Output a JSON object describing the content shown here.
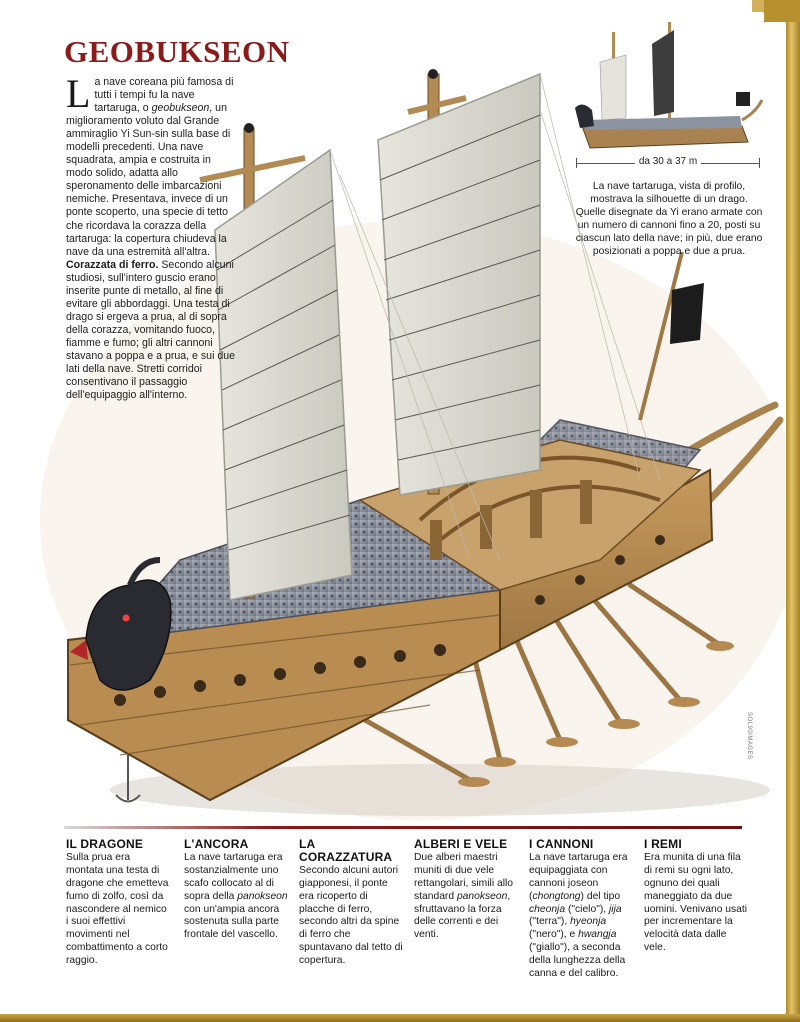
{
  "title": "GEOBUKSEON",
  "intro": {
    "dropcap": "L",
    "p1": "a nave coreana più famosa di tutti i tempi fu la nave tartaruga, o ",
    "p1_em": "geobukseon",
    "p1_rest": ", un miglioramento voluto dal Grande ammiraglio Yi Sun-sin sulla base di modelli precedenti. Una nave squadrata, ampia e costruita in modo solido, adatta allo speronamento delle imbarcazioni nemiche. Presentava, invece di un ponte scoperto, una specie di tetto che ricordava la corazza della tartaruga: la copertura chiudeva la nave da una estremità all'altra.",
    "p2_head": "Corazzata di ferro.",
    "p2": " Secondo alcuni studiosi, sull'intero guscio erano inserite punte di metallo, al fine di evitare gli abbordaggi. Una testa di drago si ergeva a prua, al di sopra della corazza, vomitando fuoco, fiamme e fumo; gli altri cannoni stavano a poppa e a prua, e sui due lati della nave. Stretti corridoi consentivano il passaggio dell'equipaggio all'interno."
  },
  "profile": {
    "measure": "da 30 a 37 m",
    "caption": "La nave tartaruga, vista di profilo, mostrava la silhouette di un drago. Quelle disegnate da Yi erano armate con un numero di cannoni fino a 20, posti su ciascun lato della nave; in più, due erano posizionati a poppa e due a prua."
  },
  "credit": "SOL90IMAGES",
  "columns": [
    {
      "title": "IL DRAGONE",
      "text": "Sulla prua era montata una testa di dragone che emetteva fumo di zolfo, così da nascondere al nemico i suoi effettivi movimenti nel combattimento a corto raggio."
    },
    {
      "title": "L'ANCORA",
      "t1": "La nave tartaruga era sostanzialmente uno scafo collocato al di sopra della ",
      "em1": "panokseon",
      "t2": " con un'ampia ancora sostenuta sulla parte frontale del vascello."
    },
    {
      "title": "LA CORAZZATURA",
      "text": "Secondo alcuni autori giapponesi, il ponte era ricoperto di placche di ferro, secondo altri da spine di ferro che spuntavano dal tetto di copertura."
    },
    {
      "title": "ALBERI E VELE",
      "t1": "Due alberi maestri muniti di due vele rettangolari, simili allo standard ",
      "em1": "panokseon",
      "t2": ", sfruttavano la forza delle correnti e dei venti."
    },
    {
      "title": "I CANNONI",
      "t1": "La nave tartaruga era equipaggiata con cannoni joseon (",
      "em1": "chongtong",
      "t2": ") del tipo ",
      "em2": "cheonja",
      "t3": " (\"cielo\"), ",
      "em3": "jija",
      "t4": " (\"terra\"), ",
      "em4": "hyeonja",
      "t5": " (\"nero\"), e ",
      "em5": "hwangja",
      "t6": " (\"giallo\"), a seconda della lunghezza della canna e del calibro."
    },
    {
      "title": "I REMI",
      "text": "Era munita di una fila di remi su ogni lato, ognuno dei quali maneggiato da due uomini. Venivano usati per incrementare la velocità data dalle vele."
    }
  ],
  "colors": {
    "accent": "#8b1a1a",
    "gold": "#c8a447",
    "wood": "#a07a45",
    "sail": "#dcdcd4",
    "roof": "#8f94a0"
  }
}
